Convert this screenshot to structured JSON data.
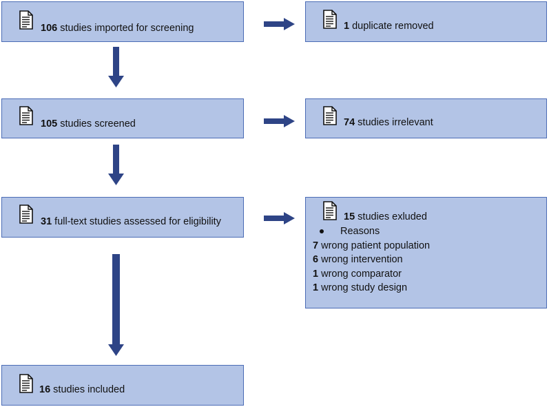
{
  "colors": {
    "box_fill": "#b3c4e6",
    "box_border": "#4a6bb5",
    "arrow": "#2e4486"
  },
  "icons": {
    "document": "document-icon"
  },
  "flow": {
    "imported": {
      "count": "106",
      "text": " studies imported for screening"
    },
    "screened": {
      "count": "105",
      "text": " studies screened"
    },
    "assessed": {
      "count": "31",
      "text": " full-text studies assessed for eligibility"
    },
    "included": {
      "count": "16",
      "text": " studies included"
    }
  },
  "exclusions": {
    "duplicates": {
      "count": "1",
      "text": " duplicate removed"
    },
    "irrelevant": {
      "count": "74",
      "text": " studies irrelevant"
    },
    "excluded": {
      "count": "15",
      "text": " studies exluded",
      "reasons_label": "Reasons",
      "reasons": [
        {
          "count": "7",
          "text": " wrong patient population"
        },
        {
          "count": "6",
          "text": " wrong intervention"
        },
        {
          "count": "1",
          "text": " wrong comparator"
        },
        {
          "count": "1",
          "text": " wrong study design"
        }
      ]
    }
  }
}
